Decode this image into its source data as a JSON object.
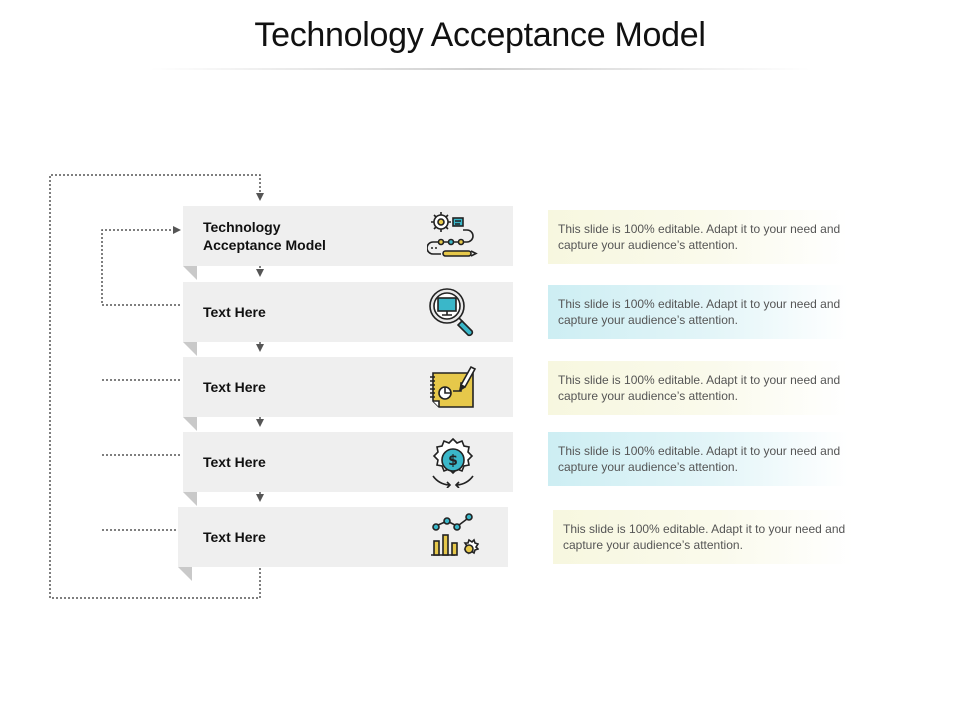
{
  "title": "Technology Acceptance Model",
  "colors": {
    "accent_teal": "#3ab7c9",
    "accent_yellow": "#e6c84a",
    "box_bg": "#efefef",
    "fold": "#c9c9c9"
  },
  "steps": [
    {
      "label": "Technology\nAcceptance Model",
      "icon": "gears-process-icon",
      "description": "This slide is 100% editable. Adapt it to your need and capture your audience’s attention.",
      "tint": "yellow"
    },
    {
      "label": "Text Here",
      "icon": "magnifier-monitor-icon",
      "description": "This slide is 100% editable. Adapt it to your need and capture your audience’s attention.",
      "tint": "blue"
    },
    {
      "label": "Text Here",
      "icon": "notebook-pencil-icon",
      "description": "This slide is 100% editable. Adapt it to your need and capture your audience’s attention.",
      "tint": "yellow"
    },
    {
      "label": "Text Here",
      "icon": "dollar-gear-icon",
      "description": "This slide is 100% editable. Adapt it to your need and capture your audience’s attention.",
      "tint": "blue"
    },
    {
      "label": "Text Here",
      "icon": "chart-gear-icon",
      "description": "This slide is 100% editable. Adapt it to your need and capture your audience’s attention.",
      "tint": "yellow"
    }
  ]
}
